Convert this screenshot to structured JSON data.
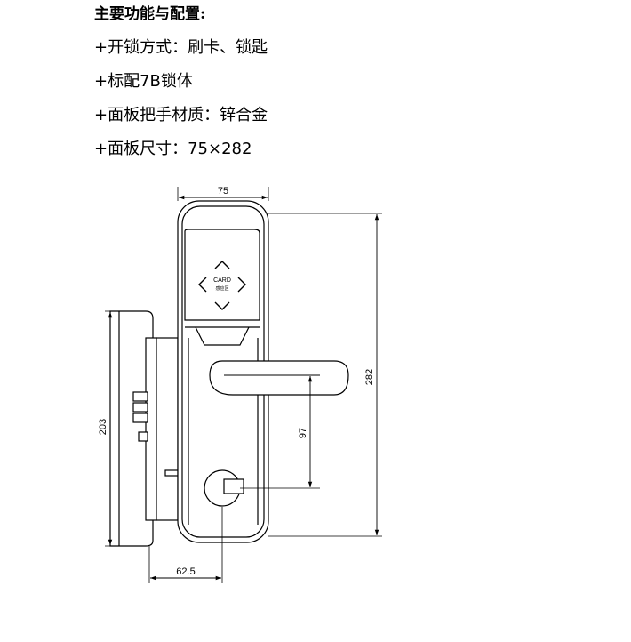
{
  "specs": {
    "title": "主要功能与配置:",
    "items": [
      "+开锁方式：刷卡、锁匙",
      "+标配7B锁体",
      "+面板把手材质：锌合金",
      "+面板尺寸：75×282"
    ]
  },
  "drawing": {
    "dimensions": {
      "panel_width": "75",
      "panel_height": "282",
      "body_height": "203",
      "handle_to_cylinder": "97",
      "backset": "62.5"
    },
    "card_label": "CARD",
    "card_sublabel": "感应区"
  }
}
